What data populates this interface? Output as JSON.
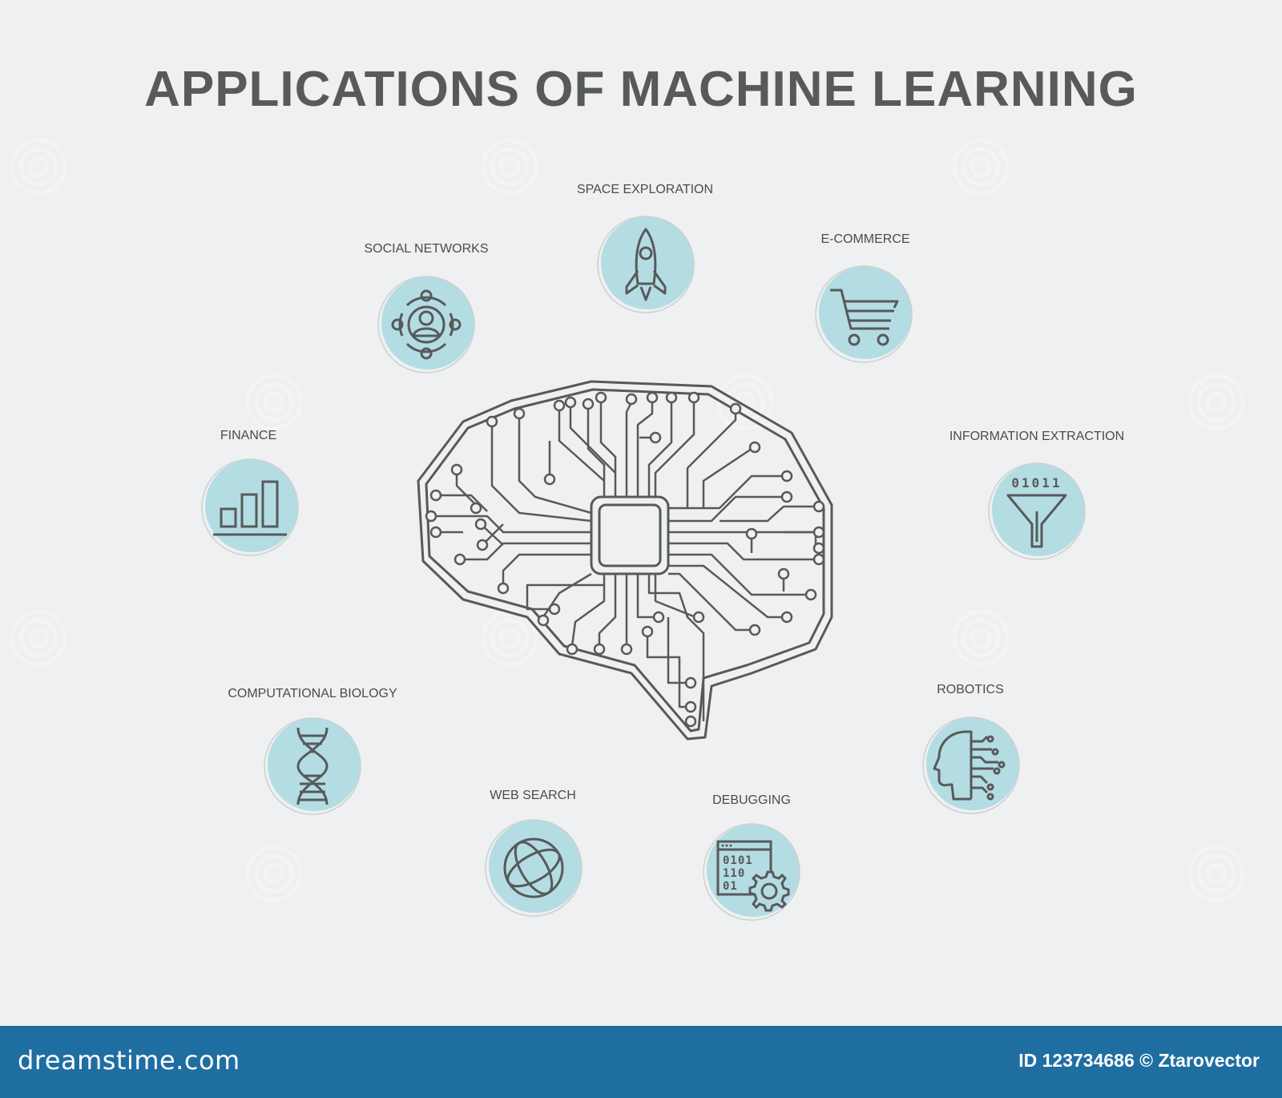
{
  "title": "APPLICATIONS OF MACHINE LEARNING",
  "applications": [
    {
      "label": "SPACE EXPLORATION",
      "icon": "rocket-icon"
    },
    {
      "label": "SOCIAL NETWORKS",
      "icon": "social-network-icon"
    },
    {
      "label": "E-COMMERCE",
      "icon": "shopping-cart-icon"
    },
    {
      "label": "FINANCE",
      "icon": "bar-chart-icon"
    },
    {
      "label": "INFORMATION EXTRACTION",
      "icon": "funnel-icon",
      "icon_text": "01011"
    },
    {
      "label": "COMPUTATIONAL BIOLOGY",
      "icon": "dna-icon"
    },
    {
      "label": "ROBOTICS",
      "icon": "robot-head-icon"
    },
    {
      "label": "WEB SEARCH",
      "icon": "globe-icon"
    },
    {
      "label": "DEBUGGING",
      "icon": "code-gear-icon",
      "icon_text": [
        "0101",
        "110",
        "01"
      ]
    }
  ],
  "colors": {
    "background": "#eef0f1",
    "icon_circle": "#b3dde3",
    "line": "#58595b",
    "footer": "#1f6ea1"
  },
  "footer": {
    "logo": "dreamstime.com",
    "id_text": "ID 123734686 © Ztarovector"
  }
}
